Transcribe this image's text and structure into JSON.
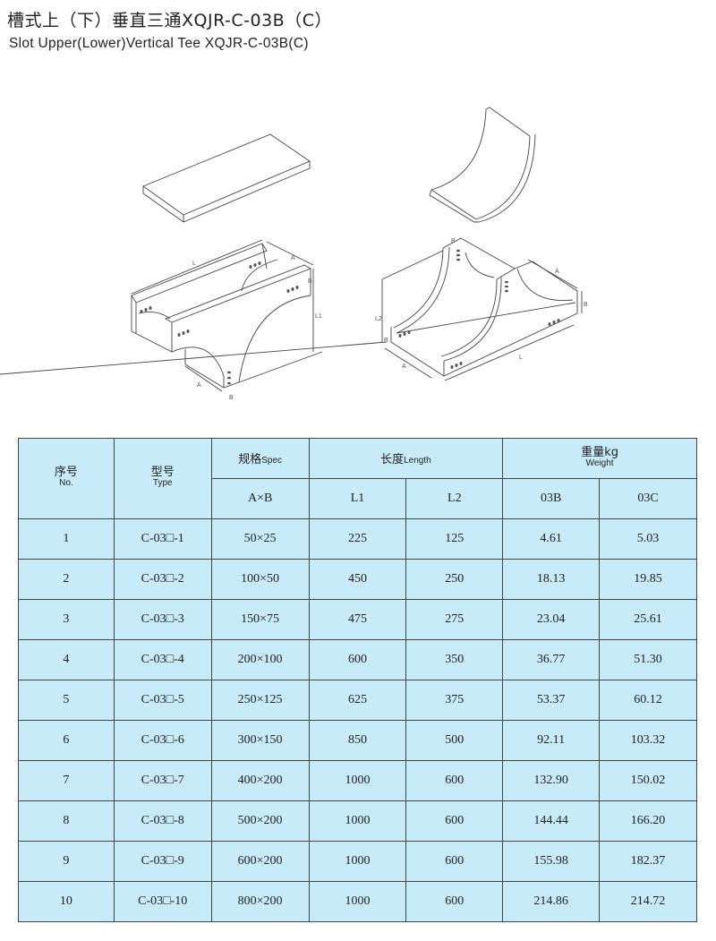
{
  "title": {
    "cn": "槽式上（下）垂直三通XQJR-C-03B（C）",
    "en": "Slot Upper(Lower)Vertical Tee  XQJR-C-03B(C)"
  },
  "drawing_labels": {
    "left": {
      "l": "L",
      "a_top": "A",
      "b": "B",
      "l1": "L1",
      "a_bottom": "A",
      "b_bottom": "B"
    },
    "right": {
      "b_top": "B",
      "a": "A",
      "b_right": "B",
      "l2": "L2",
      "b_left": "B",
      "a_bottom": "A",
      "l": "L"
    }
  },
  "table": {
    "headers": {
      "no_cn": "序号",
      "no_en": "No.",
      "type_cn": "型号",
      "type_en": "Type",
      "spec_cn": "规格",
      "spec_en": "Spec",
      "length_cn": "长度",
      "length_en": "Length",
      "weight_cn": "重量kg",
      "weight_en": "Weight",
      "axb": "A×B",
      "l1": "L1",
      "l2": "L2",
      "w03b": "03B",
      "w03c": "03C"
    },
    "rows": [
      [
        "1",
        "C-03□-1",
        "50×25",
        "225",
        "125",
        "4.61",
        "5.03"
      ],
      [
        "2",
        "C-03□-2",
        "100×50",
        "450",
        "250",
        "18.13",
        "19.85"
      ],
      [
        "3",
        "C-03□-3",
        "150×75",
        "475",
        "275",
        "23.04",
        "25.61"
      ],
      [
        "4",
        "C-03□-4",
        "200×100",
        "600",
        "350",
        "36.77",
        "51.30"
      ],
      [
        "5",
        "C-03□-5",
        "250×125",
        "625",
        "375",
        "53.37",
        "60.12"
      ],
      [
        "6",
        "C-03□-6",
        "300×150",
        "850",
        "500",
        "92.11",
        "103.32"
      ],
      [
        "7",
        "C-03□-7",
        "400×200",
        "1000",
        "600",
        "132.90",
        "150.02"
      ],
      [
        "8",
        "C-03□-8",
        "500×200",
        "1000",
        "600",
        "144.44",
        "166.20"
      ],
      [
        "9",
        "C-03□-9",
        "600×200",
        "1000",
        "600",
        "155.98",
        "182.37"
      ],
      [
        "10",
        "C-03□-10",
        "800×200",
        "1000",
        "600",
        "214.86",
        "214.72"
      ]
    ]
  }
}
